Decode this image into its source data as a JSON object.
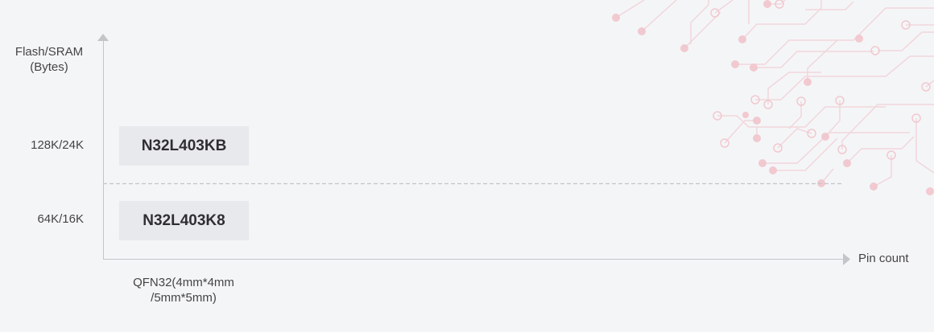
{
  "chart_data": {
    "type": "table",
    "y_axis_title": [
      "Flash/SRAM",
      "(Bytes)"
    ],
    "x_axis_title": "Pin count",
    "y_ticks": [
      "128K/24K",
      "64K/16K"
    ],
    "x_ticks": [
      {
        "lines": [
          "QFN32(4mm*4mm",
          "/5mm*5mm)"
        ]
      }
    ],
    "products": [
      {
        "name": "N32L403KB",
        "memory": "128K/24K",
        "package": "QFN32"
      },
      {
        "name": "N32L403K8",
        "memory": "64K/16K",
        "package": "QFN32"
      }
    ],
    "divider": "dashed"
  },
  "colors": {
    "background": "#f4f5f7",
    "axis": "#c4c5c9",
    "chip_fill": "#e8e9ec",
    "chip_text": "#2f2f33",
    "decor": "#f0c9cf"
  }
}
